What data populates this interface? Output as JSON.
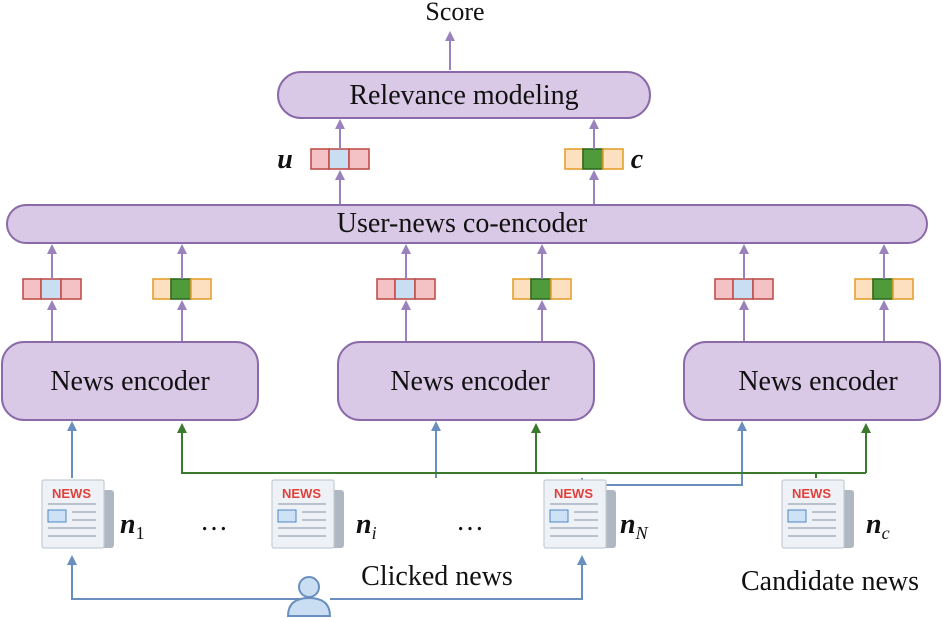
{
  "output_label": "Score",
  "relevance_label": "Relevance modeling",
  "user_vec_label": "u",
  "cand_vec_label": "c",
  "coencoder_label": "User-news co-encoder",
  "encoders": [
    {
      "label": "News encoder"
    },
    {
      "label": "News encoder"
    },
    {
      "label": "News encoder"
    }
  ],
  "docs": [
    {
      "badge": "NEWS",
      "label_main": "n",
      "label_sub": "1"
    },
    {
      "badge": "NEWS",
      "label_main": "n",
      "label_sub": "i"
    },
    {
      "badge": "NEWS",
      "label_main": "n",
      "label_sub": "N"
    },
    {
      "badge": "NEWS",
      "label_main": "n",
      "label_sub": "c"
    }
  ],
  "ellipsis": "…",
  "clicked_label": "Clicked news",
  "candidate_label": "Candidate news",
  "colors": {
    "box_fill": "#d9c8e6",
    "user_arrow": "#6a8fbf",
    "candidate_arrow": "#3a7a2f",
    "flow_arrow": "#9a82bd"
  }
}
